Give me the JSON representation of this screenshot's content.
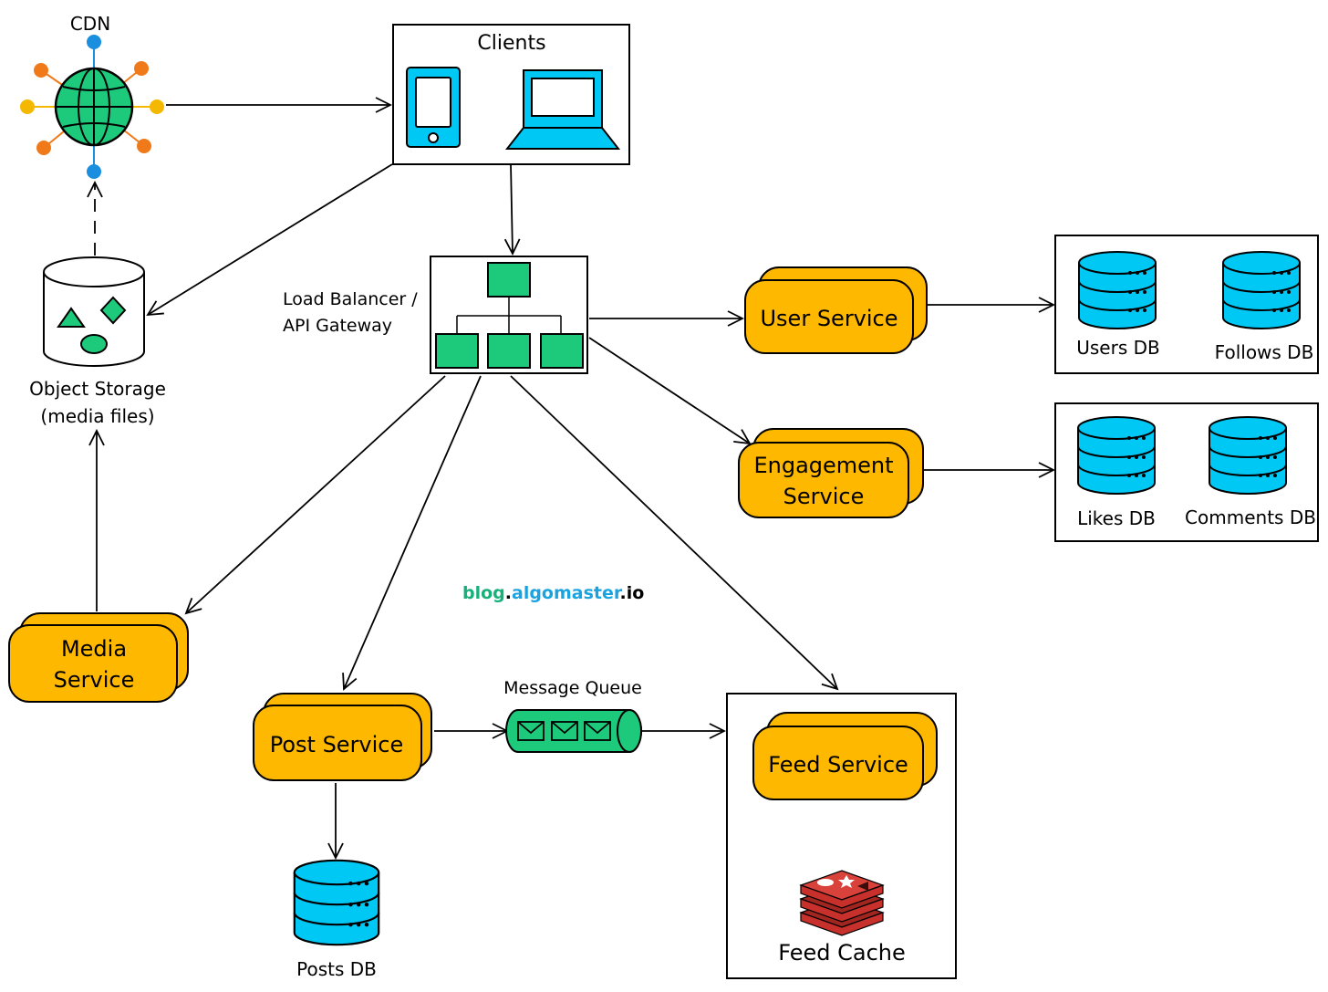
{
  "cdn": {
    "label": "CDN"
  },
  "clients": {
    "title": "Clients"
  },
  "object_storage": {
    "line1": "Object Storage",
    "line2": "(media files)"
  },
  "load_balancer": {
    "line1": "Load Balancer /",
    "line2": "API Gateway"
  },
  "user_service": {
    "label": "User Service"
  },
  "engagement_service": {
    "line1": "Engagement",
    "line2": "Service"
  },
  "media_service": {
    "line1": "Media",
    "line2": "Service"
  },
  "post_service": {
    "label": "Post Service"
  },
  "feed_service": {
    "label": "Feed Service"
  },
  "message_queue": {
    "label": "Message Queue"
  },
  "feed_cache": {
    "label": "Feed Cache"
  },
  "databases": {
    "users": "Users DB",
    "follows": "Follows DB",
    "likes": "Likes DB",
    "comments": "Comments DB",
    "posts": "Posts DB"
  },
  "watermark": {
    "part1": "blog",
    "dot1": ".",
    "part2": "algomaster",
    "dot2": ".",
    "part3": "io"
  },
  "colors": {
    "service_fill": "#FFB800",
    "db_fill": "#00C8F5",
    "green": "#1DC97A",
    "cache_red": "#C8312B",
    "watermark_green": "#16B07A",
    "watermark_blue": "#1BA3E0"
  }
}
